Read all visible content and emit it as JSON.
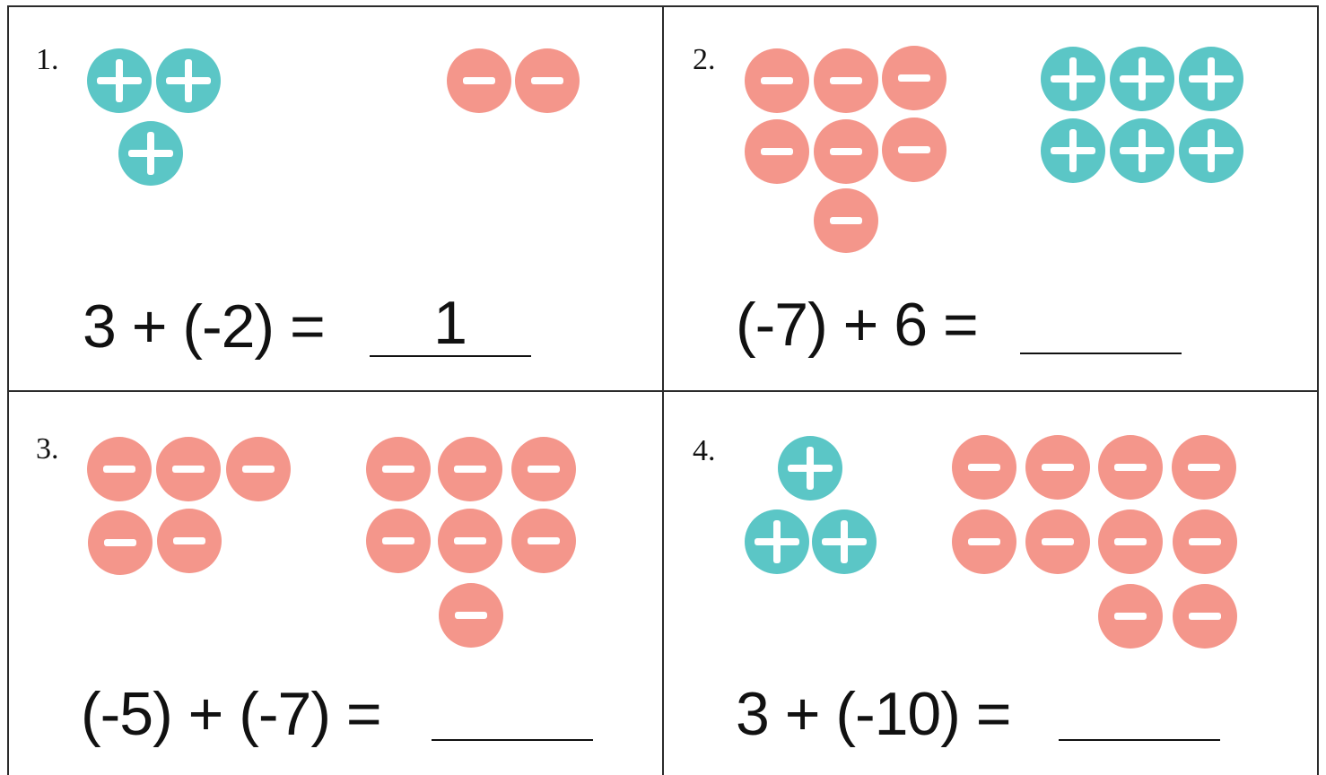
{
  "problems": [
    {
      "number": "1.",
      "equation": "3 + (-2) =",
      "answer": "1",
      "groups": [
        {
          "sign": "positive",
          "count": 3
        },
        {
          "sign": "negative",
          "count": 2
        }
      ]
    },
    {
      "number": "2.",
      "equation": "(-7) + 6 =",
      "answer": "",
      "groups": [
        {
          "sign": "negative",
          "count": 7
        },
        {
          "sign": "positive",
          "count": 6
        }
      ]
    },
    {
      "number": "3.",
      "equation": "(-5) + (-7) =",
      "answer": "",
      "groups": [
        {
          "sign": "negative",
          "count": 5
        },
        {
          "sign": "negative",
          "count": 7
        }
      ]
    },
    {
      "number": "4.",
      "equation": "3 + (-10) =",
      "answer": "",
      "groups": [
        {
          "sign": "positive",
          "count": 3
        },
        {
          "sign": "negative",
          "count": 10
        }
      ]
    }
  ],
  "colors": {
    "positive_chip": "#5bc6c6",
    "negative_chip": "#f4968b",
    "grid_line": "#2b2b2b"
  },
  "icons": {
    "positive": "plus-chip-icon",
    "negative": "minus-chip-icon"
  }
}
